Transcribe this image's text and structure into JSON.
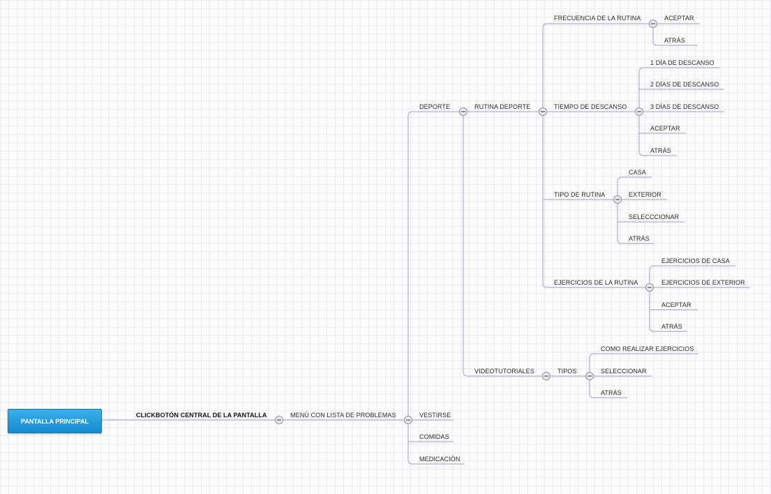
{
  "colors": {
    "line": "#a89cc8",
    "root_top": "#3ab0ea",
    "root_bottom": "#1489cf"
  },
  "root": {
    "label": "PANTALLA PRINCIPAL"
  },
  "nodes": {
    "click_central": "CLICKBOTÓN CENTRAL DE LA PANTALLA",
    "menu_lista": "MENÚ CON LISTA DE PROBLEMAS",
    "deporte": "DEPORTE",
    "vestirse": "VESTIRSE",
    "comidas": "COMIDAS",
    "medicacion": "MEDICACIÓN",
    "rutina_deporte": "RUTINA DEPORTE",
    "videotutoriales": "VIDEOTUTORIALES",
    "frecuencia": "FRECUENCIA DE LA RUTINA",
    "tiempo_descanso": "TIEMPO DE DESCANSO",
    "tipo_rutina": "TIPO DE RUTINA",
    "ejercicios_rutina": "EJERCICIOS DE LA RUTINA",
    "tipos": "TIPOS",
    "frec_aceptar": "ACEPTAR",
    "frec_atras": "ATRÁS",
    "desc_1": "1 DÍA DE DESCANSO",
    "desc_2": "2 DÍAS DE DESCANSO",
    "desc_3": "3 DÍAS DE DESCANSO",
    "desc_aceptar": "ACEPTAR",
    "desc_atras": "ATRÁS",
    "tipo_casa": "CASA",
    "tipo_exterior": "EXTERIOR",
    "tipo_seleccionar": "SELECCCIONAR",
    "tipo_atras": "ATRÁS",
    "ej_casa": "EJERCICIOS DE CASA",
    "ej_exterior": "EJERCICIOS DE EXTERIOR",
    "ej_aceptar": "ACEPTAR",
    "ej_atras": "ATRÁS",
    "vid_como": "COMO REALIZAR EJERCICIOS",
    "vid_seleccionar": "SELECCIONAR",
    "vid_atras": "ATRÁS"
  }
}
